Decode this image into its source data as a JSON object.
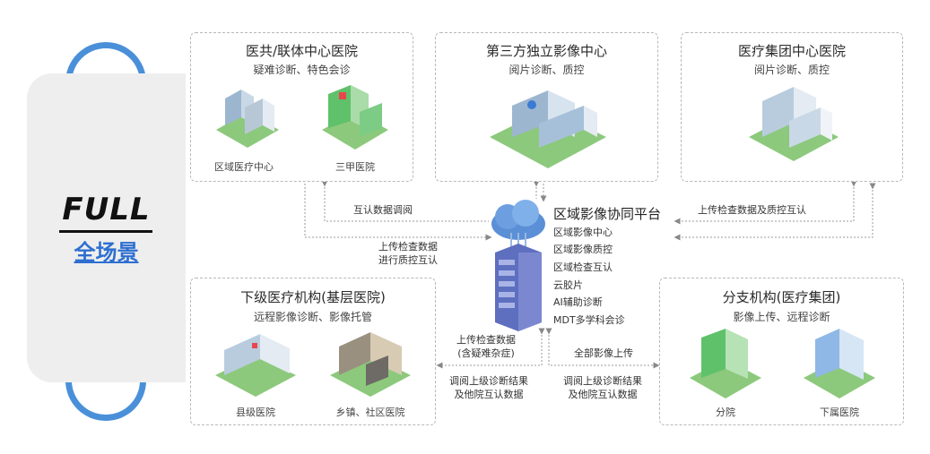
{
  "banner": {
    "title": "FULL",
    "subtitle": "全场景"
  },
  "panels": {
    "top_left": {
      "title": "医共/联体中心医院",
      "subtitle": "疑难诊断、特色会诊",
      "captions": [
        "区域医疗中心",
        "三甲医院"
      ]
    },
    "top_center": {
      "title": "第三方独立影像中心",
      "subtitle": "阅片诊断、质控"
    },
    "top_right": {
      "title": "医疗集团中心医院",
      "subtitle": "阅片诊断、质控"
    },
    "bottom_left": {
      "title": "下级医疗机构(基层医院)",
      "subtitle": "远程影像诊断、影像托管",
      "captions": [
        "县级医院",
        "乡镇、社区医院"
      ]
    },
    "bottom_right": {
      "title": "分支机构(医疗集团)",
      "subtitle": "影像上传、远程诊断",
      "captions": [
        "分院",
        "下属医院"
      ]
    }
  },
  "platform": {
    "title": "区域影像协同平台",
    "features": [
      "区域影像中心",
      "区域影像质控",
      "区域检查互认",
      "云胶片",
      "AI辅助诊断",
      "MDT多学科会诊"
    ]
  },
  "arrows": {
    "mutual_query": "互认数据调阅",
    "upload_qc": [
      "上传检查数据",
      "进行质控互认"
    ],
    "upload_qc_right": "上传检查数据及质控互认",
    "upload_difficult": [
      "上传检查数据",
      "(含疑难杂症)"
    ],
    "query_results_left": [
      "调阅上级诊断结果",
      "及他院互认数据"
    ],
    "all_upload": "全部影像上传",
    "query_results_right": [
      "调阅上级诊断结果",
      "及他院互认数据"
    ]
  },
  "colors": {
    "accent": "#4a90d9",
    "subtitle_blue": "#2e6fd0",
    "building_green": "#5fc16a",
    "building_blue": "#8fb8e6"
  }
}
